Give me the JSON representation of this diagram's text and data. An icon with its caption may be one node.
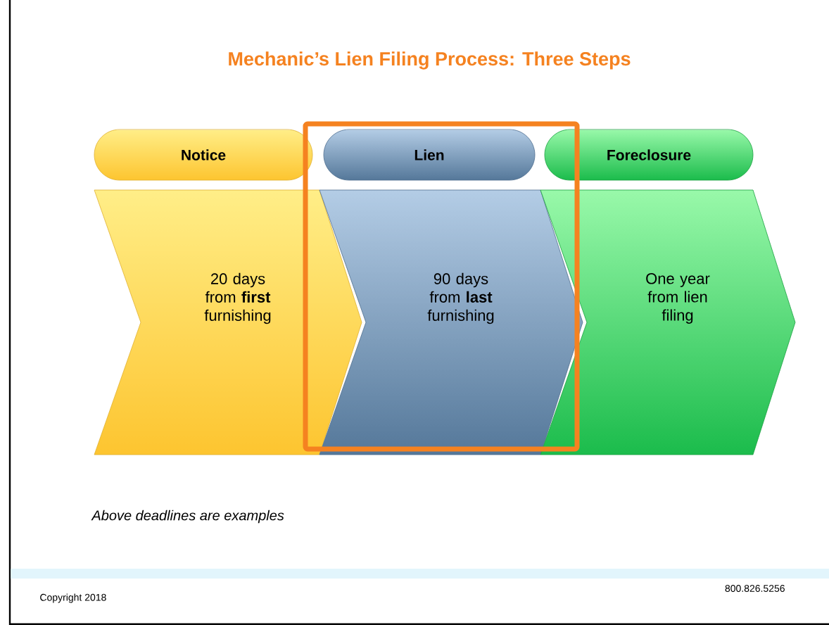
{
  "diagram": {
    "title": "Mechanic’s Lien Filing Process: Three Steps",
    "nodes": [
      {
        "text": [
          "Notice"
        ]
      },
      {
        "text": [
          "Lien"
        ]
      },
      {
        "text": [
          "Foreclosure"
        ]
      },
      {
        "text": [
          "20 days from **first** furnishing"
        ]
      },
      {
        "text": [
          "90 days from **last** furnishing"
        ]
      },
      {
        "text": [
          "One year from lien filing"
        ]
      }
    ],
    "edges": [],
    "labels": [
      "Above deadlines are examples",
      "Copyright 2018",
      "800.826.5256"
    ]
  }
}
